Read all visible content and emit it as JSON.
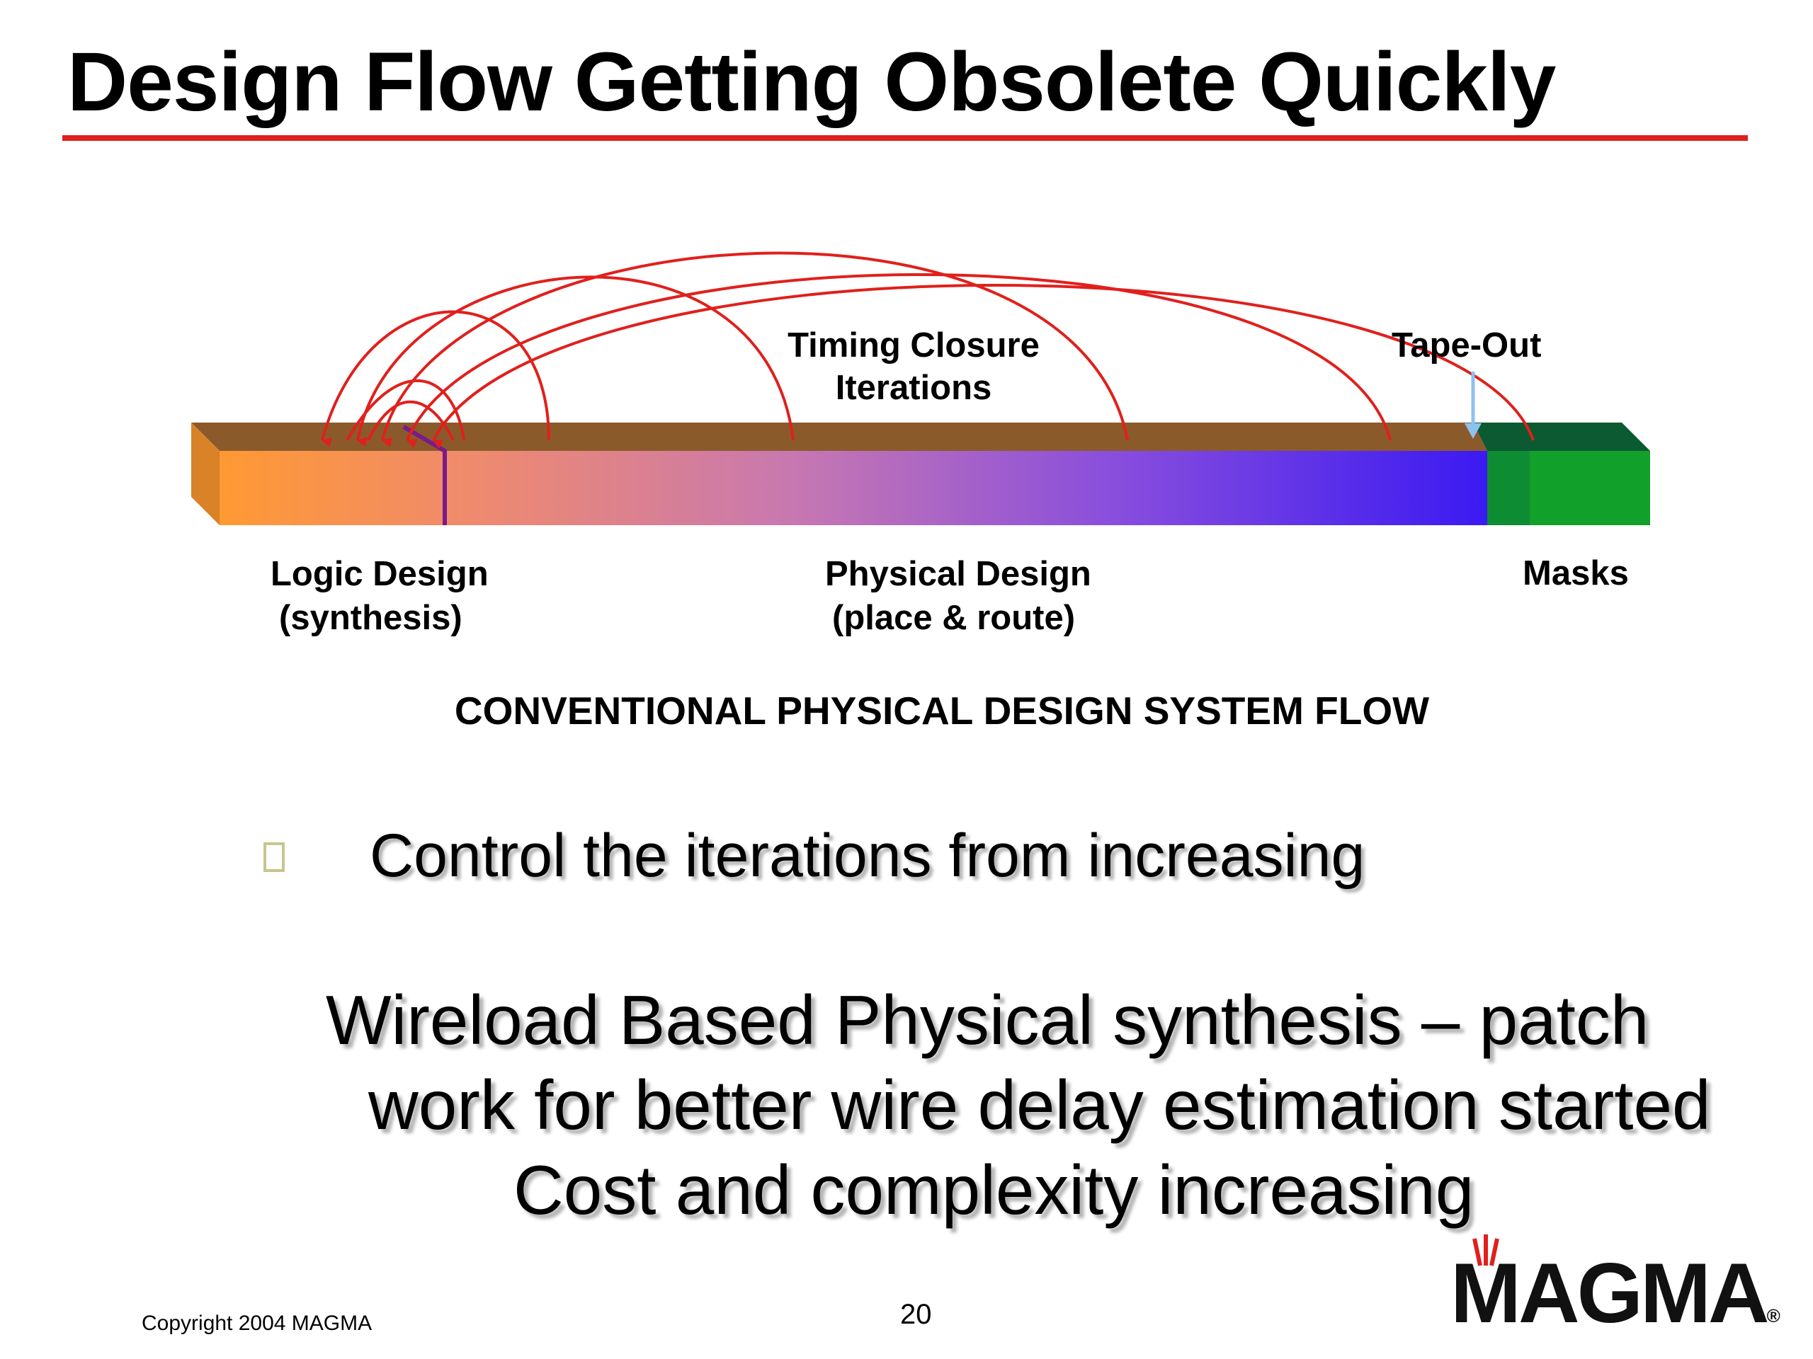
{
  "slide": {
    "title": "Design Flow Getting Obsolete Quickly",
    "accent_color": "#e0201c"
  },
  "diagram": {
    "timing_closure_label_line1": "Timing Closure",
    "timing_closure_label_line2": "Iterations",
    "tape_out_label": "Tape-Out",
    "logic_design_line1": "Logic Design",
    "logic_design_line2": "(synthesis)",
    "physical_design_line1": "Physical Design",
    "physical_design_line2": "(place & route)",
    "masks_label": "Masks",
    "caption": "CONVENTIONAL PHYSICAL DESIGN SYSTEM FLOW",
    "colors": {
      "bar_top": "#8b5a2b",
      "logic": "#ff9933",
      "physical": "#3b1af2",
      "masks": "#11a02a",
      "arrows": "#e0201c",
      "tape_out_arrow": "#8fc1ee"
    }
  },
  "bullet": {
    "icon": "square-bullet-icon",
    "text": "Control the iterations from increasing"
  },
  "paragraph": {
    "line1": "Wireload Based Physical synthesis – patch",
    "line2": "work for better wire delay estimation started",
    "line3": "Cost and complexity increasing"
  },
  "footer": {
    "copyright": "Copyright 2004 MAGMA",
    "page_number": "20",
    "logo_text": "MAGMA",
    "logo_trademark": "®"
  }
}
